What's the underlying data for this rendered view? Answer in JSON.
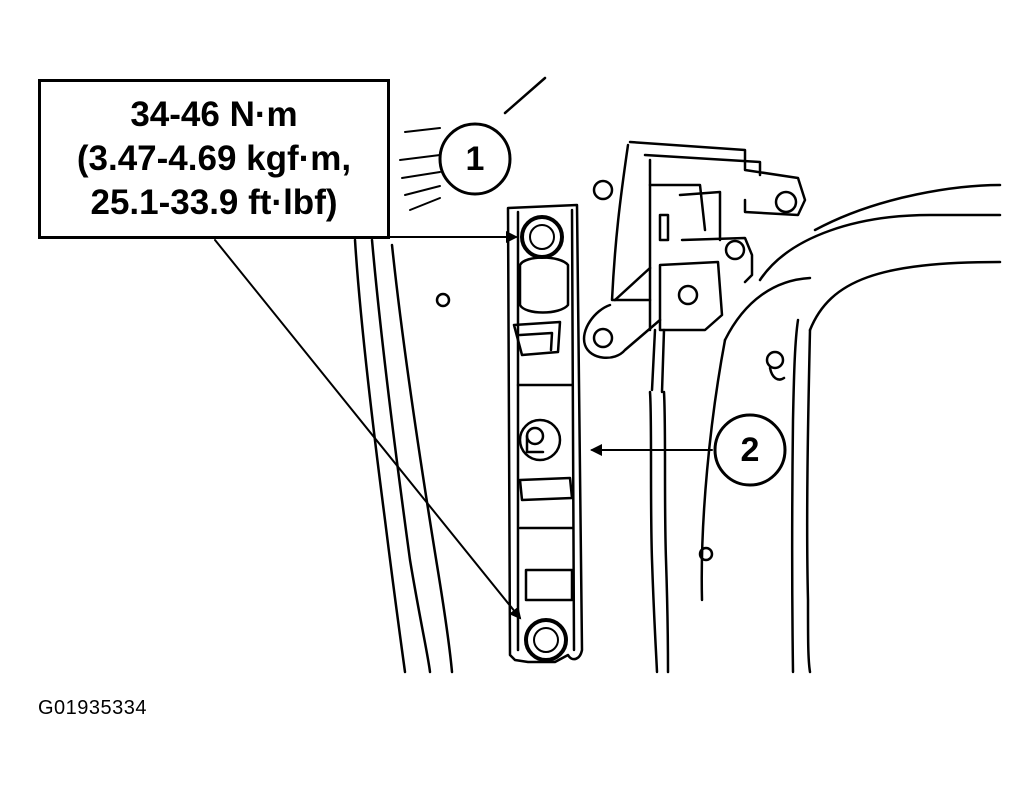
{
  "spec": {
    "torque_line1": "34-46 N·m",
    "torque_line2": "(3.47-4.69 kgf·m,",
    "torque_line3": "25.1-33.9 ft·lbf)"
  },
  "callouts": {
    "one": "1",
    "two": "2"
  },
  "figure_id": "G01935334"
}
